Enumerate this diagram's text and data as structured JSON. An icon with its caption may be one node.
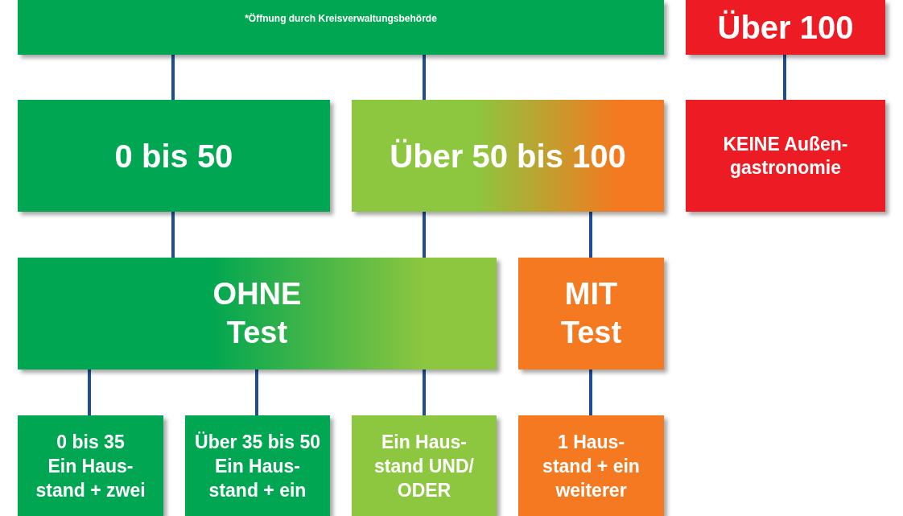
{
  "diagram": {
    "nodes": [
      {
        "text": [
          "*Öffnung durch Kreisverwaltungsbehörde"
        ]
      },
      {
        "text": [
          "Über 100"
        ]
      },
      {
        "text": [
          "0 bis 50"
        ]
      },
      {
        "text": [
          "Über 50 bis 100"
        ]
      },
      {
        "text": [
          "KEINE Außen- gastronomie"
        ]
      },
      {
        "text": [
          "OHNE Test"
        ]
      },
      {
        "text": [
          "MIT Test"
        ]
      },
      {
        "text": [
          "0 bis 35",
          "Ein Haus- stand + zwei"
        ]
      },
      {
        "text": [
          "Über 35 bis 50",
          "Ein Haus- stand + ein"
        ]
      },
      {
        "text": [
          "Ein Haus- stand UND/ ODER"
        ]
      },
      {
        "text": [
          "1 Haus- stand + ein weiterer"
        ]
      }
    ],
    "edges": [
      {
        "from": 0,
        "to": 2,
        "arrow": "none"
      },
      {
        "from": 0,
        "to": 3,
        "arrow": "none"
      },
      {
        "from": 1,
        "to": 4,
        "arrow": "none"
      },
      {
        "from": 2,
        "to": 5,
        "arrow": "none"
      },
      {
        "from": 3,
        "to": 5,
        "arrow": "none"
      },
      {
        "from": 3,
        "to": 6,
        "arrow": "none"
      },
      {
        "from": 5,
        "to": 7,
        "arrow": "none"
      },
      {
        "from": 5,
        "to": 8,
        "arrow": "none"
      },
      {
        "from": 5,
        "to": 9,
        "arrow": "none"
      },
      {
        "from": 6,
        "to": 10,
        "arrow": "none"
      }
    ]
  }
}
